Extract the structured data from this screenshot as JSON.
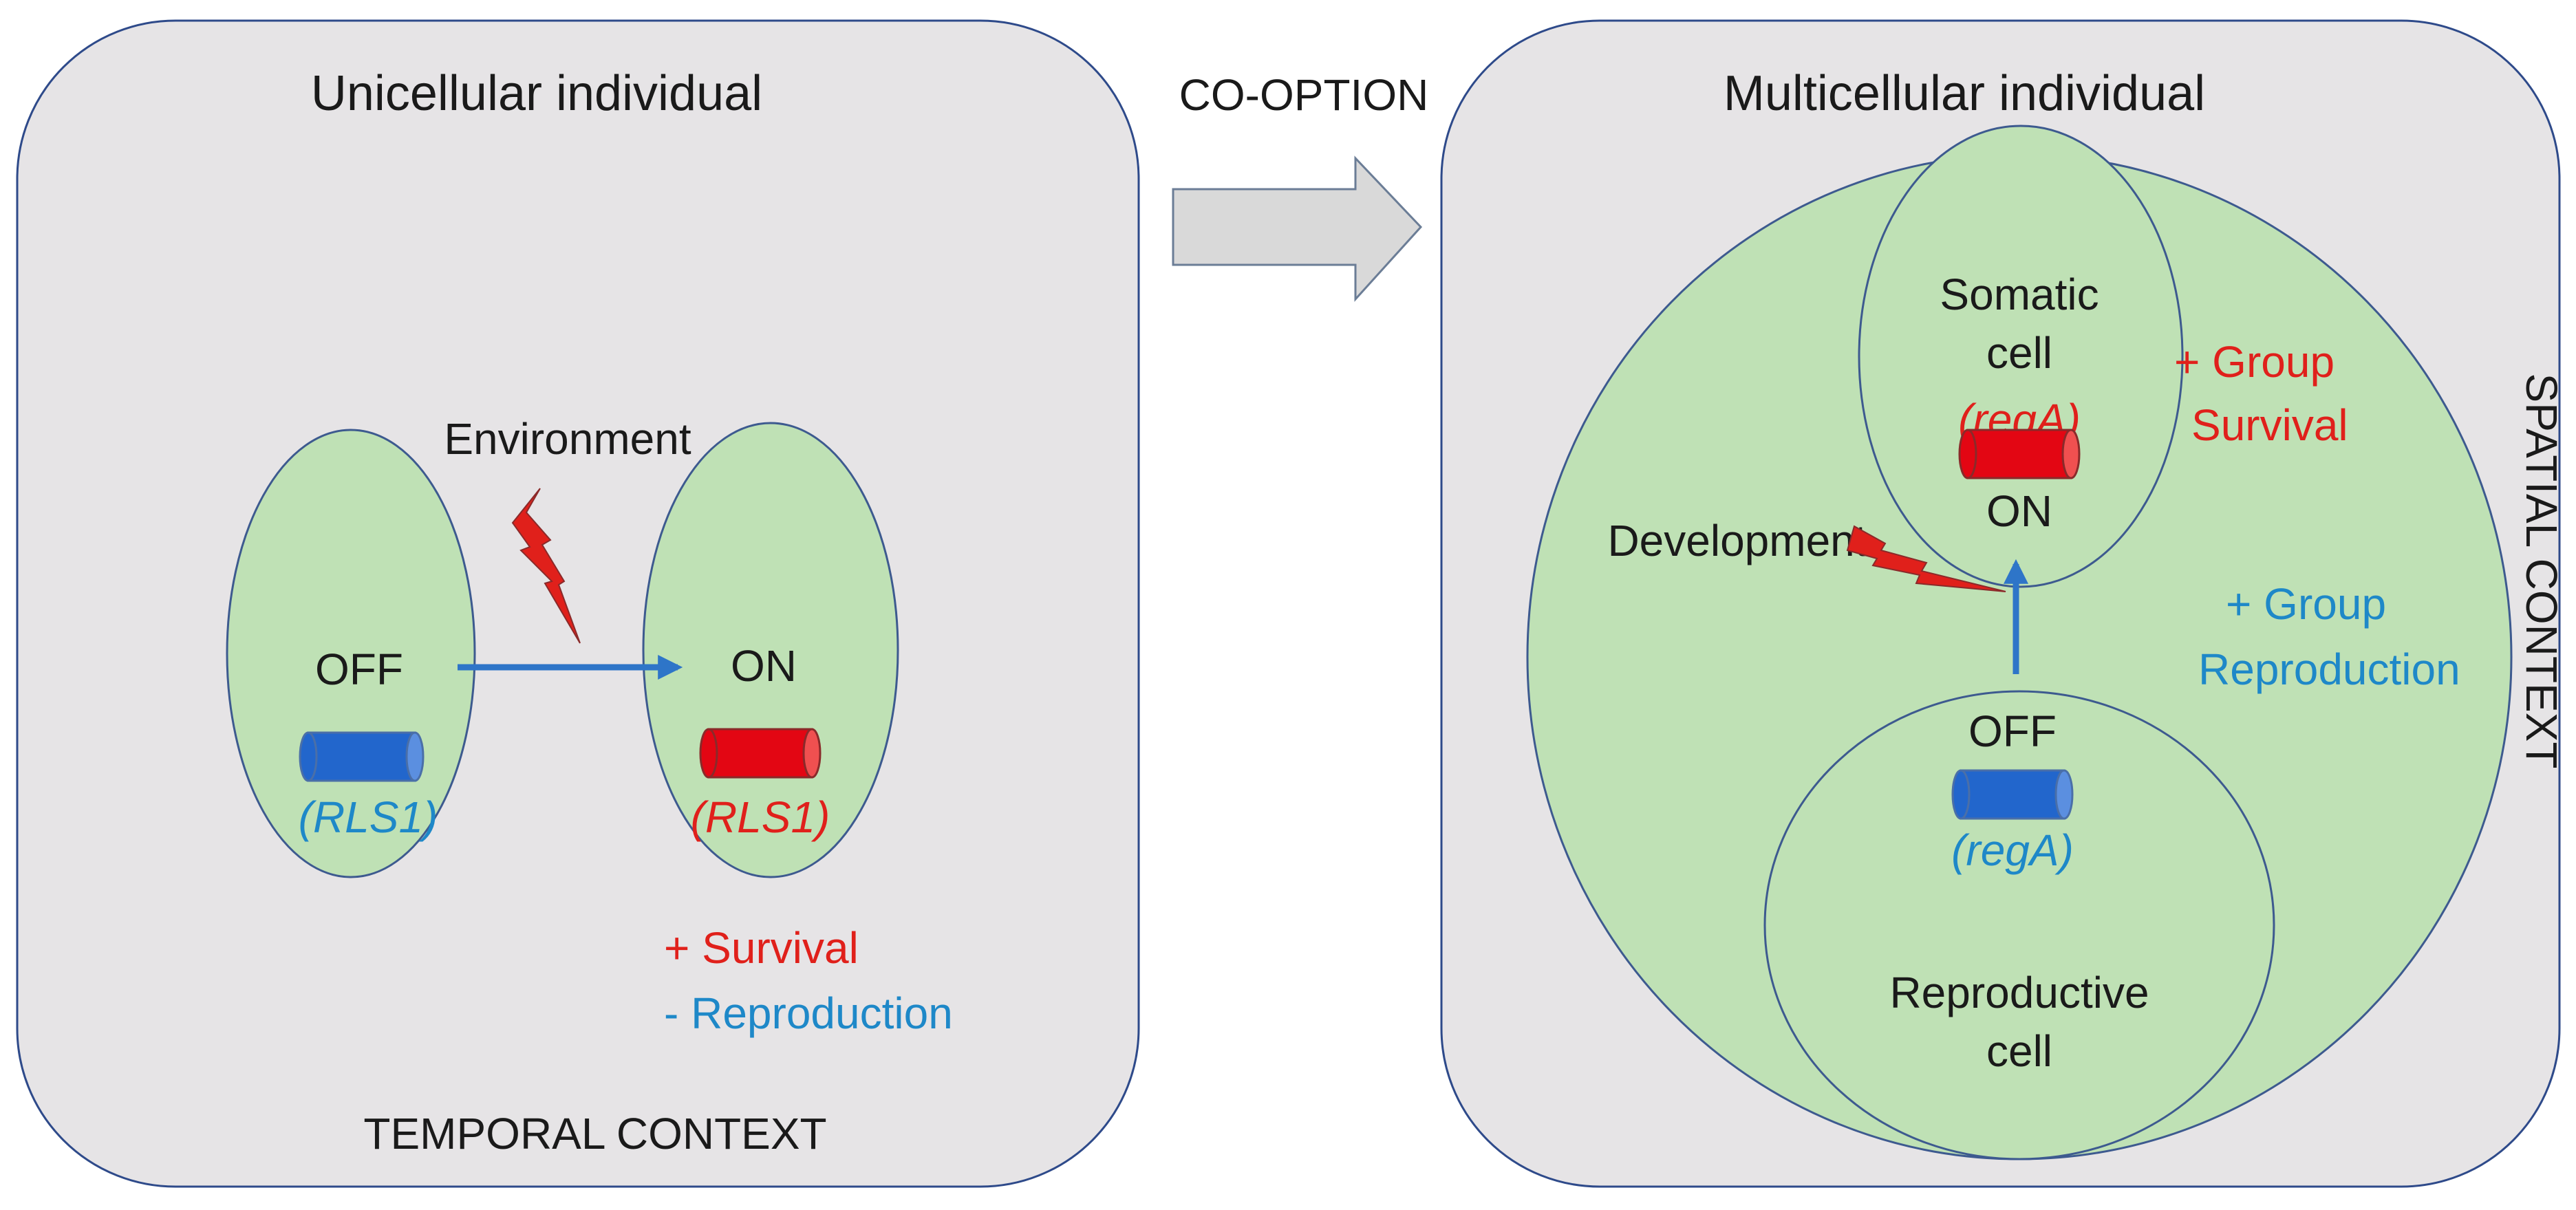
{
  "left_panel": {
    "title": "Unicellular individual",
    "context": "TEMPORAL CONTEXT",
    "trigger": "Environment",
    "cell_off": {
      "state": "OFF",
      "gene": "(RLS1)"
    },
    "cell_on": {
      "state": "ON",
      "gene": "(RLS1)"
    },
    "effects": {
      "plus": "+ Survival",
      "minus": "- Reproduction"
    }
  },
  "middle": {
    "transition": "CO-OPTION"
  },
  "right_panel": {
    "title": "Multicellular individual",
    "context": "SPATIAL CONTEXT",
    "trigger": "Development",
    "somatic": {
      "name_line1": "Somatic",
      "name_line2": "cell",
      "gene": "(regA)",
      "state": "ON"
    },
    "reproductive": {
      "state": "OFF",
      "gene": "(regA)",
      "name_line1": "Reproductive",
      "name_line2": "cell"
    },
    "effects": {
      "survival_line1": "+ Group",
      "survival_line2": "Survival",
      "reproduction_line1": "+ Group",
      "reproduction_line2": "Reproduction"
    }
  },
  "colors": {
    "panel_fill": "#e6e4e6",
    "panel_stroke": "#2e4a8a",
    "cell_fill": "#bfe1b5",
    "cell_stroke": "#3d5a8f",
    "gene_on": "#e30613",
    "gene_off": "#2266cc",
    "arrow": "#2e75c8",
    "text_red": "#e0201b",
    "text_blue": "#1e88c8",
    "bolt": "#e0201b",
    "big_arrow_fill": "#d9d9d9"
  }
}
